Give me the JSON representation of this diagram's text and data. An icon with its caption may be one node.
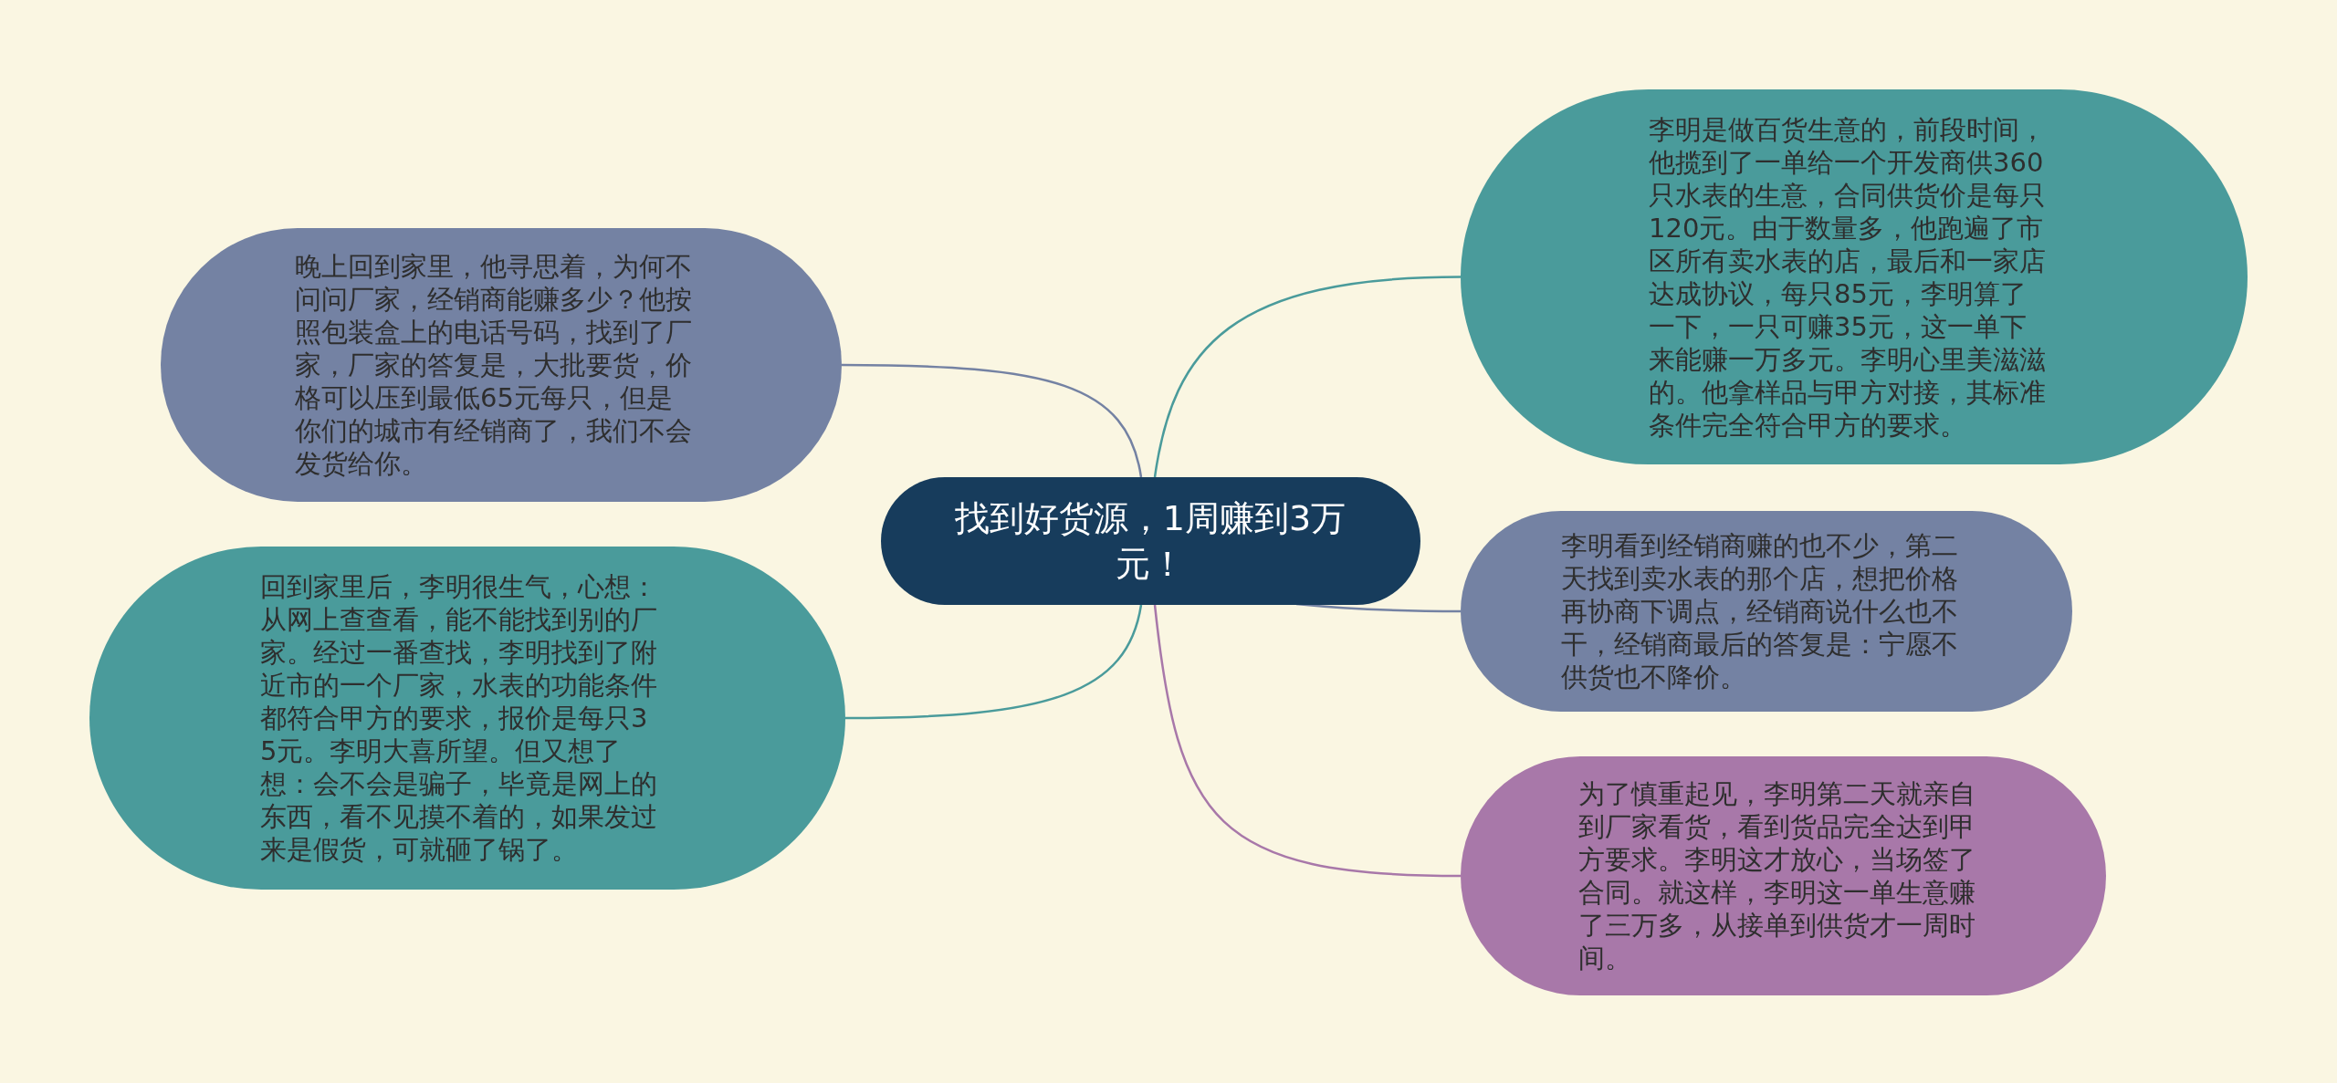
{
  "diagram": {
    "nodes": [
      {
        "text": [
          "找到好货源，1周赚到3万元！"
        ]
      },
      {
        "text": [
          "晚上回到家里，他寻思着，为何不问问厂家，经销商能赚多少？他按照包装盒上的电话号码，找到了厂家，厂家的答复是，大批要货，价格可以压到最低65元每只，但是你们的城市有经销商了，我们不会发货给你。"
        ]
      },
      {
        "text": [
          "回到家里后，李明很生气，心想：从网上查查看，能不能找到别的厂家。经过一番查找，李明找到了附近市的一个厂家，水表的功能条件都符合甲方的要求，报价是每只35元。李明大喜所望。但又想了想：会不会是骗子，毕竟是网上的东西，看不见摸不着的，如果发过来是假货，可就砸了锅了。"
        ]
      },
      {
        "text": [
          "李明是做百货生意的，前段时间，他揽到了一单给一个开发商供360只水表的生意，合同供货价是每只120元。由于数量多，他跑遍了市区所有卖水表的店，最后和一家店达成协议，每只85元，李明算了一下，一只可赚35元，这一单下来能赚一万多元。李明心里美滋滋的。他拿样品与甲方对接，其标准条件完全符合甲方的要求。"
        ]
      },
      {
        "text": [
          "李明看到经销商赚的也不少，第二天找到卖水表的那个店，想把价格再协商下调点，经销商说什么也不干，经销商最后的答复是：宁愿不供货也不降价。"
        ]
      },
      {
        "text": [
          "为了慎重起见，李明第二天就亲自到厂家看货，看到货品完全达到甲方要求。李明这才放心，当场签了合同。就这样，李明这一单生意赚了三万多，从接单到供货才一周时间。"
        ]
      }
    ],
    "edges": [
      {
        "from": 0,
        "to": 1,
        "arrow": "none",
        "color": "#7482a3"
      },
      {
        "from": 0,
        "to": 2,
        "arrow": "none",
        "color": "#4a9b9b"
      },
      {
        "from": 0,
        "to": 3,
        "arrow": "none",
        "color": "#4a9b9b"
      },
      {
        "from": 0,
        "to": 4,
        "arrow": "none",
        "color": "#7482a3"
      },
      {
        "from": 0,
        "to": 5,
        "arrow": "none",
        "color": "#a878a9"
      }
    ]
  }
}
